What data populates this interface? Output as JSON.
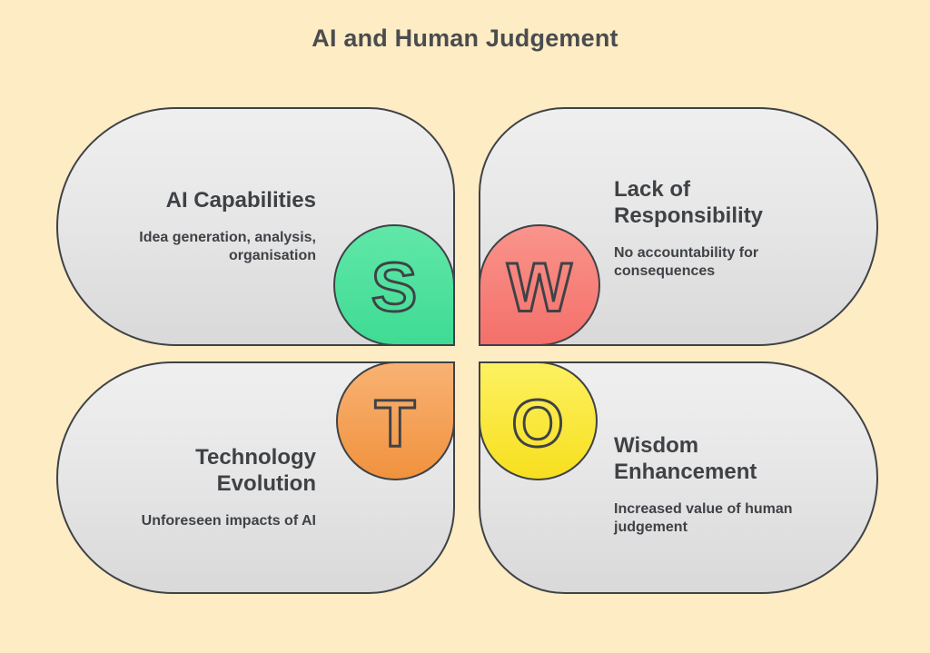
{
  "title": "AI and Human Judgement",
  "quadrants": {
    "strengths": {
      "letter": "S",
      "heading": "AI Capabilities",
      "description": "Idea generation, analysis, organisation",
      "badge_color_top": "#61e7a8",
      "badge_color_bottom": "#3fdb94"
    },
    "weaknesses": {
      "letter": "W",
      "heading": "Lack of Responsibility",
      "description": "No accountability for consequences",
      "badge_color_top": "#f9948c",
      "badge_color_bottom": "#f4706a"
    },
    "threats": {
      "letter": "T",
      "heading": "Technology Evolution",
      "description": "Unforeseen impacts of AI",
      "badge_color_top": "#f9b273",
      "badge_color_bottom": "#f0923e"
    },
    "opportunities": {
      "letter": "O",
      "heading": "Wisdom Enhancement",
      "description": "Increased value of human judgement",
      "badge_color_top": "#fdf161",
      "badge_color_bottom": "#f7df1e"
    }
  },
  "colors": {
    "background": "#fdecc4",
    "panel_top": "#efefef",
    "panel_bottom": "#d9d9da",
    "outline": "#3f4246",
    "text": "#3f4245",
    "title_text": "#4a4c4e"
  }
}
